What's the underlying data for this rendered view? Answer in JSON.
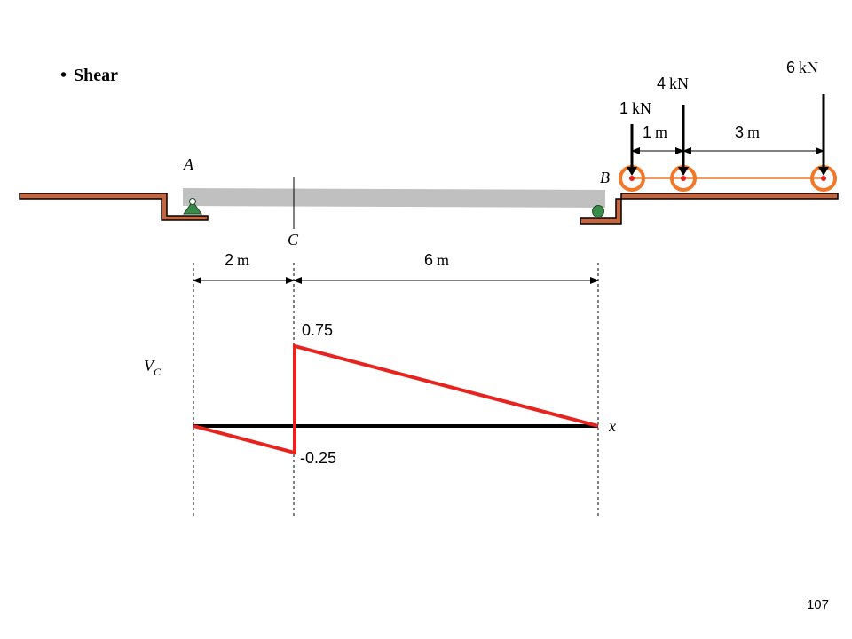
{
  "slide": {
    "bullet_title": "Shear",
    "page_number": "107"
  },
  "beam": {
    "support_a_label": "A",
    "support_b_label": "B",
    "section_label": "C"
  },
  "loads": [
    {
      "magnitude": "1",
      "unit": "kN"
    },
    {
      "magnitude": "4",
      "unit": "kN"
    },
    {
      "magnitude": "6",
      "unit": "kN"
    }
  ],
  "load_spacings": [
    {
      "value": "1",
      "unit": "m"
    },
    {
      "value": "3",
      "unit": "m"
    }
  ],
  "beam_dimensions": [
    {
      "value": "2",
      "unit": "m"
    },
    {
      "value": "6",
      "unit": "m"
    }
  ],
  "diagram": {
    "y_label_main": "V",
    "y_label_sub": "C",
    "x_label": "x",
    "peak_label": "0.75",
    "trough_label": "-0.25",
    "points": [
      [
        0,
        0
      ],
      [
        2,
        -0.25
      ],
      [
        2,
        0.75
      ],
      [
        8,
        0
      ]
    ],
    "x_range": [
      0,
      8
    ],
    "line_color": "#e8221d",
    "axis_color": "#000000"
  },
  "colors": {
    "ground": "#c8643c",
    "roller": "#f07828",
    "beam": "#c0c0c0",
    "pin_support": "#3a8a4a"
  }
}
